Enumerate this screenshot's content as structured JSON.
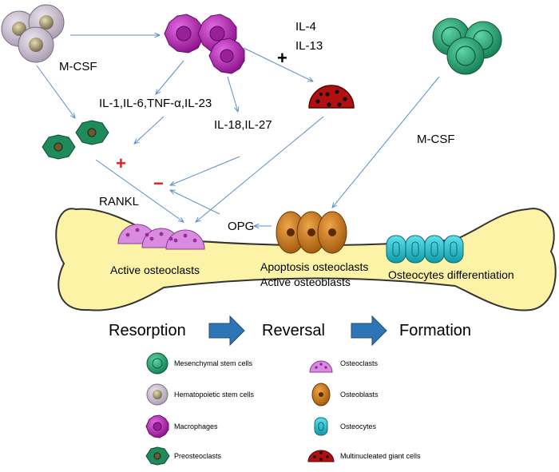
{
  "labels": {
    "mcsf_left": "M-CSF",
    "cytokines_1": "IL-1,IL-6,TNF-α,IL-23",
    "cytokines_2": "IL-18,IL-27",
    "il4": "IL-4",
    "il13": "IL-13",
    "plus_black": "+",
    "mcsf_right": "M-CSF",
    "plus_red": "+",
    "minus_red": "−",
    "rankl": "RANKL",
    "opg": "OPG",
    "active_osteoclasts": "Active osteoclasts",
    "apoptosis_osteoclasts": "Apoptosis osteoclasts",
    "active_osteoblasts": "Active osteoblasts",
    "osteocytes_differentiation": "Osteocytes differentiation"
  },
  "phases": [
    "Resorption",
    "Reversal",
    "Formation"
  ],
  "legend": [
    {
      "icon": "mesenchymal-stem-cell-icon",
      "label": "Mesenchymal stem cells"
    },
    {
      "icon": "hematopoietic-stem-cell-icon",
      "label": "Hematopoietic stem cells"
    },
    {
      "icon": "macrophage-icon",
      "label": "Macrophages"
    },
    {
      "icon": "preosteoclast-icon",
      "label": "Preosteoclasts"
    },
    {
      "icon": "osteoclast-icon",
      "label": "Osteoclasts"
    },
    {
      "icon": "osteoblast-icon",
      "label": "Osteoblasts"
    },
    {
      "icon": "osteocyte-icon",
      "label": "Osteocytes"
    },
    {
      "icon": "multinucleated-giant-cell-icon",
      "label": "Multinucleated giant cells"
    }
  ],
  "colors": {
    "bone_fill": "#fdf3a6",
    "arrow_line": "#5b8fc7",
    "phase_arrow": "#2e75b6",
    "inhibit_sign": "#e02020",
    "mesenchymal": "#2aa37a",
    "hematopoietic": "#c9bfcf",
    "macrophage": "#b51ab5",
    "preosteoclast": "#1f8a5a",
    "osteoclast": "#d98be0",
    "osteoblast": "#d07a14",
    "osteocyte": "#22b8c7",
    "giant_cell": "#b01010"
  }
}
